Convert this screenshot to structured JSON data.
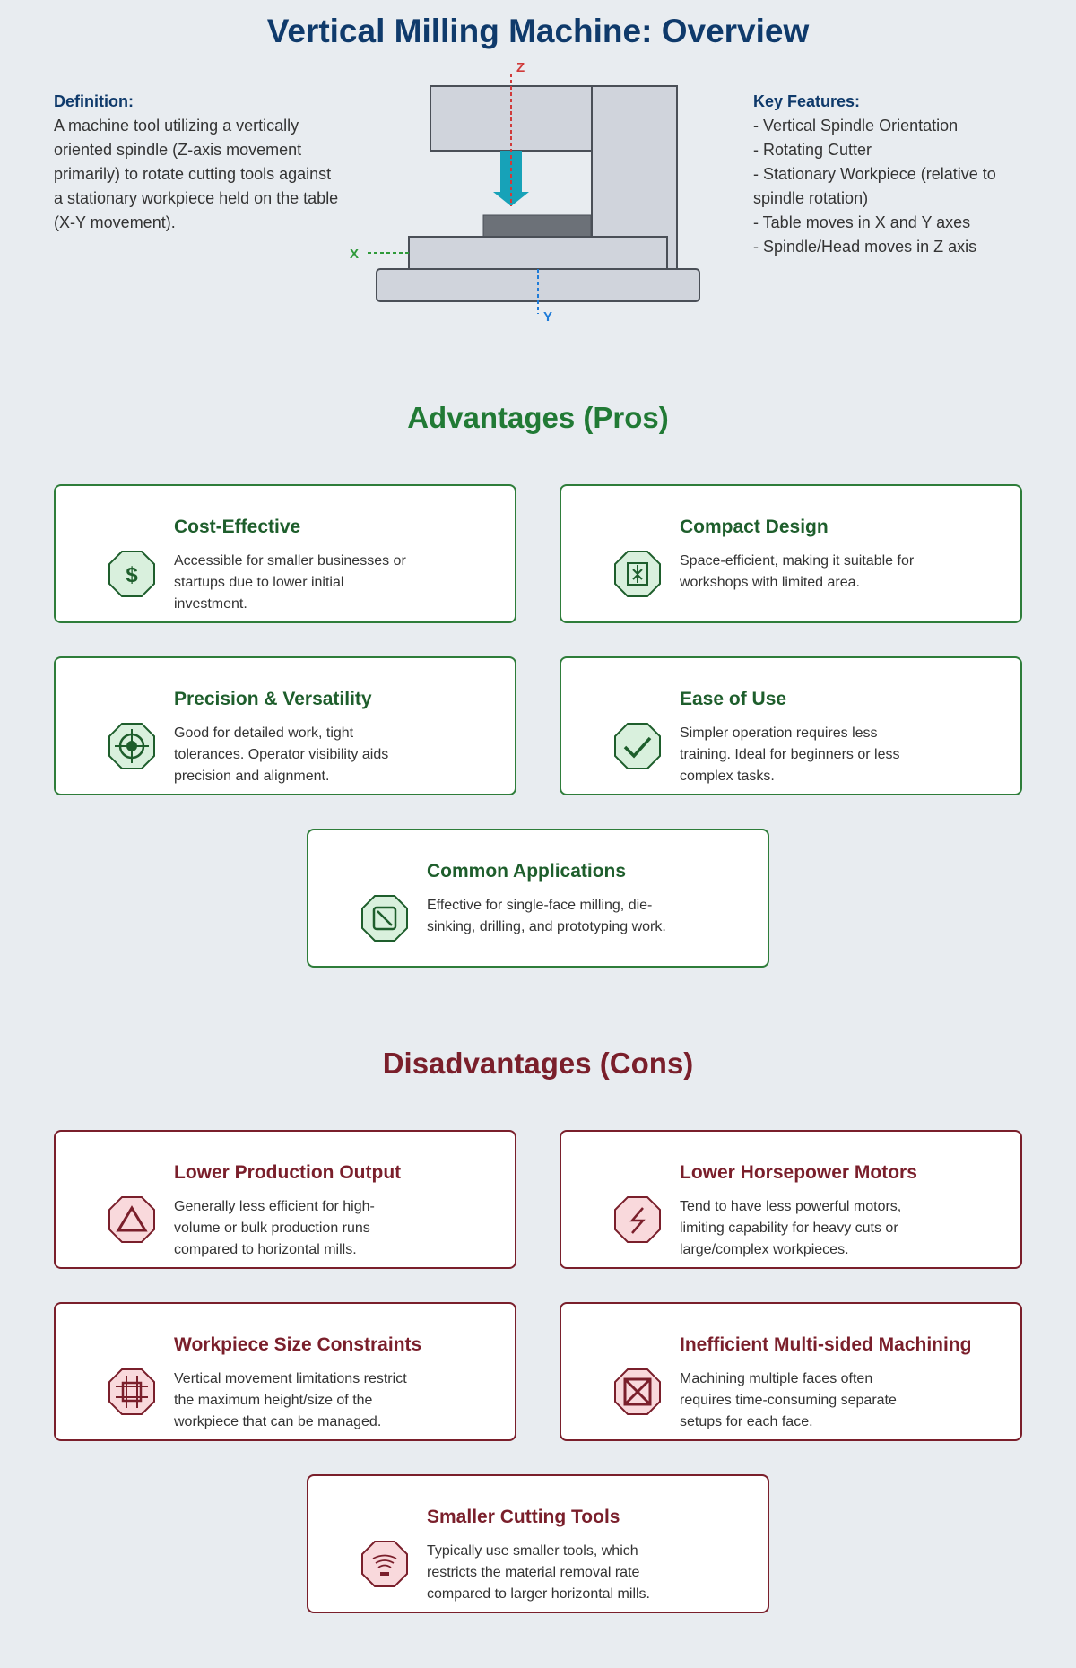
{
  "header": {
    "title": "Vertical Milling Machine: Overview"
  },
  "definition": {
    "label": "Definition:",
    "text": "A machine tool utilizing a vertically oriented spindle (Z-axis movement primarily) to rotate cutting tools against a stationary workpiece held on the table (X-Y movement)."
  },
  "diagram": {
    "z_label": "Z",
    "x_label": "X",
    "y_label": "Y"
  },
  "key_features": {
    "label": "Key Features:",
    "items": [
      "- Vertical Spindle Orientation",
      "- Rotating Cutter",
      "- Stationary Workpiece (relative to spindle rotation)",
      "- Table moves in X and Y axes",
      "- Spindle/Head moves in Z axis"
    ]
  },
  "pros": {
    "title": "Advantages (Pros)",
    "cards": [
      {
        "title": "Cost-Effective",
        "text": "Accessible for smaller businesses or startups due to lower initial investment.",
        "icon": "dollar-icon"
      },
      {
        "title": "Compact Design",
        "text": "Space-efficient, making it suitable for workshops with limited area.",
        "icon": "compact-icon"
      },
      {
        "title": "Precision & Versatility",
        "text": "Good for detailed work, tight tolerances. Operator visibility aids precision and alignment.",
        "icon": "target-icon"
      },
      {
        "title": "Ease of Use",
        "text": "Simpler operation requires less training. Ideal for beginners or less complex tasks.",
        "icon": "checkmark-icon"
      },
      {
        "title": "Common Applications",
        "text": "Effective for single-face milling, die-sinking, drilling, and prototyping work.",
        "icon": "application-icon"
      }
    ]
  },
  "cons": {
    "title": "Disadvantages (Cons)",
    "cards": [
      {
        "title": "Lower Production Output",
        "text": "Generally less efficient for high-volume or bulk production runs compared to horizontal mills.",
        "icon": "warning-triangle-icon"
      },
      {
        "title": "Lower Horsepower Motors",
        "text": "Tend to have less powerful motors, limiting capability for heavy cuts or large/complex workpieces.",
        "icon": "lightning-icon"
      },
      {
        "title": "Workpiece Size Constraints",
        "text": "Vertical movement limitations restrict the maximum height/size of the workpiece that can be managed.",
        "icon": "size-limit-icon"
      },
      {
        "title": "Inefficient Multi-sided Machining",
        "text": "Machining multiple faces often requires time-consuming separate setups for each face.",
        "icon": "crossed-box-icon"
      },
      {
        "title": "Smaller Cutting Tools",
        "text": "Typically use smaller tools, which restricts the material removal rate compared to larger horizontal mills.",
        "icon": "small-tool-icon"
      }
    ]
  },
  "colors": {
    "pro_accent": "#2e7d3a",
    "pro_fill": "#d9f0dd",
    "con_accent": "#7a1f2b",
    "con_fill": "#f9d9dc",
    "title_blue": "#0f3a6b"
  }
}
